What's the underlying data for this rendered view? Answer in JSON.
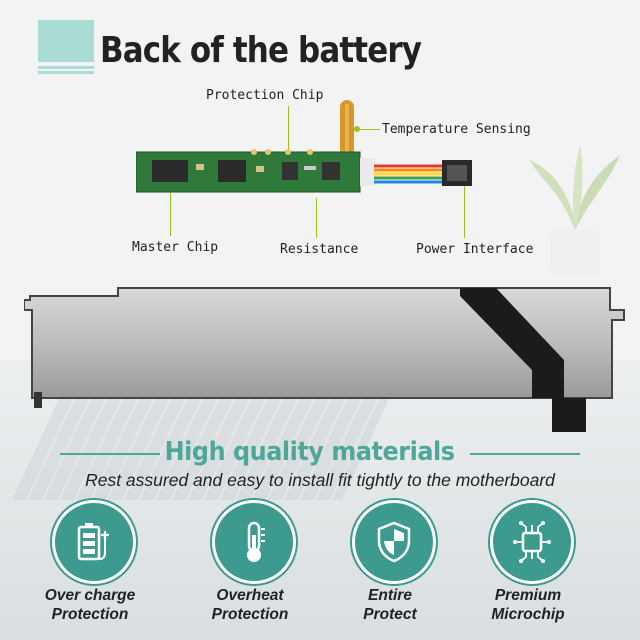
{
  "header": {
    "title": "Back of the battery"
  },
  "callouts": {
    "protection_chip": "Protection Chip",
    "temperature_sensing": "Temperature Sensing",
    "master_chip": "Master Chip",
    "resistance": "Resistance",
    "power_interface": "Power Interface"
  },
  "section": {
    "heading": "High quality materials",
    "subtitle": "Rest assured and easy to install fit tightly to the motherboard"
  },
  "features": [
    {
      "line1": "Over charge",
      "line2": "Protection",
      "icon": "battery-charge-icon"
    },
    {
      "line1": "Overheat",
      "line2": "Protection",
      "icon": "thermometer-icon"
    },
    {
      "line1": "Entire",
      "line2": "Protect",
      "icon": "shield-icon"
    },
    {
      "line1": "Premium",
      "line2": "Microchip",
      "icon": "microchip-icon"
    }
  ],
  "colors": {
    "teal": "#3d9a8e",
    "teal_text": "#4fa79a",
    "mint": "#a9dcd4",
    "leader_green": "#9ac31f"
  }
}
